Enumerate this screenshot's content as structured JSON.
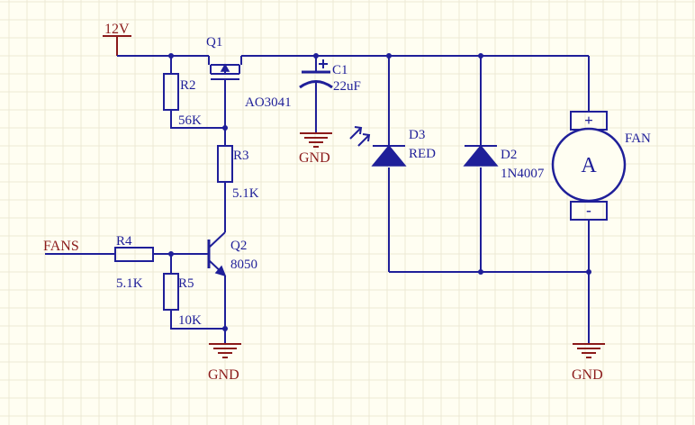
{
  "power": {
    "vcc": "12V"
  },
  "ground": {
    "g1": "GND",
    "g2": "GND",
    "g3": "GND"
  },
  "net": {
    "fans": "FANS"
  },
  "q1": {
    "ref": "Q1",
    "value": "AO3041"
  },
  "q2": {
    "ref": "Q2",
    "value": "8050"
  },
  "c1": {
    "ref": "C1",
    "value": "22uF"
  },
  "r2": {
    "ref": "R2",
    "value": "56K"
  },
  "r3": {
    "ref": "R3",
    "value": "5.1K"
  },
  "r4": {
    "ref": "R4",
    "value": "5.1K"
  },
  "r5": {
    "ref": "R5",
    "value": "10K"
  },
  "d3": {
    "ref": "D3",
    "value": "RED"
  },
  "d2": {
    "ref": "D2",
    "value": "1N4007"
  },
  "fan": {
    "ref": "FAN",
    "symbol": "A",
    "plus": "+",
    "minus": "-"
  },
  "colors": {
    "wire": "#1f1f99",
    "power": "#8b1a1a",
    "background": "#fffef2"
  }
}
